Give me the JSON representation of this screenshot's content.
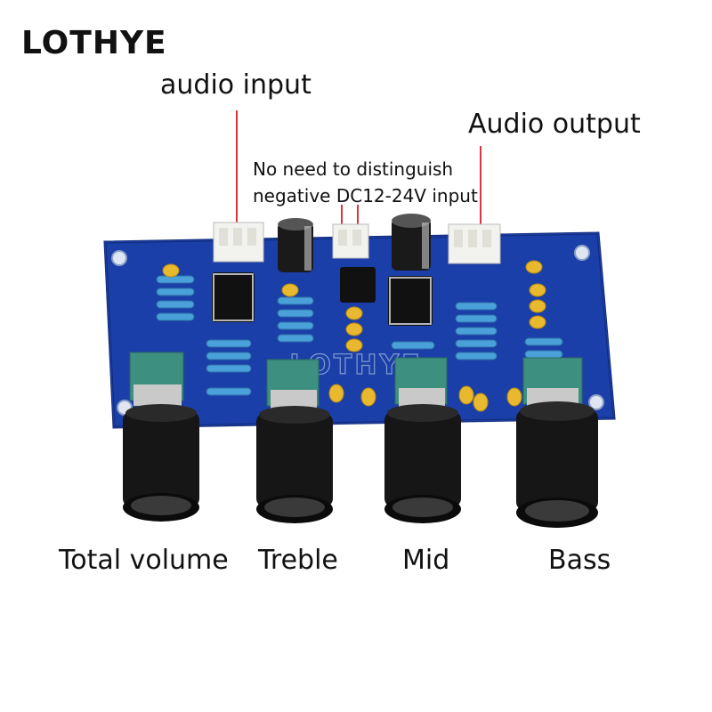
{
  "brand": "LOTHYE",
  "watermark": "LOTHYE",
  "annotations": {
    "audio_input": "audio input",
    "audio_output": "Audio output",
    "power_line1": "No need to distinguish",
    "power_line2": "negative DC12-24V input"
  },
  "knobs": {
    "volume": "Total volume",
    "treble": "Treble",
    "mid": "Mid",
    "bass": "Bass"
  },
  "colors": {
    "pcb": "#1b3fa8",
    "pointer_line": "#d9363e",
    "knob": "#161616",
    "pot_body": "#3d8f80",
    "capacitor": "#e8b92e"
  }
}
